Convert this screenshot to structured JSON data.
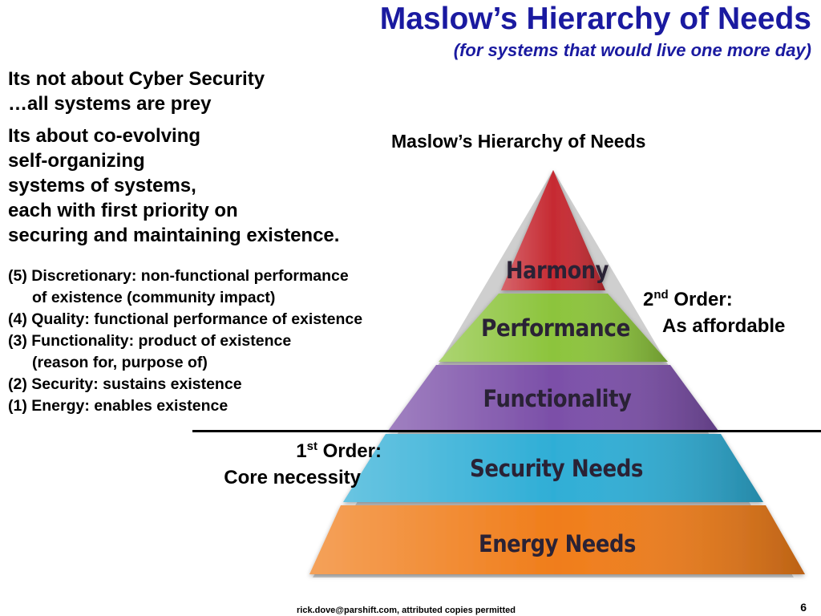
{
  "title": "Maslow’s Hierarchy of Needs",
  "subtitle": "(for systems that would live one more day)",
  "lead1": [
    "Its not about Cyber Security",
    "…all systems are prey"
  ],
  "lead2": [
    "Its about co-evolving",
    "self-organizing",
    "systems of systems,",
    "each with first priority on",
    "securing and maintaining existence."
  ],
  "needs_list": [
    {
      "text": "(5) Discretionary: non-functional performance",
      "indent": false
    },
    {
      "text": "of existence (community impact)",
      "indent": true
    },
    {
      "text": "(4) Quality: functional performance of existence",
      "indent": false
    },
    {
      "text": "(3) Functionality: product of existence",
      "indent": false
    },
    {
      "text": "(reason for, purpose of)",
      "indent": true
    },
    {
      "text": "(2) Security: sustains existence",
      "indent": false
    },
    {
      "text": "(1) Energy: enables existence",
      "indent": false
    }
  ],
  "pyramid": {
    "caption": "Maslow’s Hierarchy of Needs",
    "layers": [
      {
        "label": "Harmony",
        "color": "#c62a32"
      },
      {
        "label": "Performance",
        "color": "#8cc43c"
      },
      {
        "label": "Functionality",
        "color": "#7b4fa8"
      },
      {
        "label": "Security Needs",
        "color": "#2faed6"
      },
      {
        "label": "Energy Needs",
        "color": "#f07d1a"
      }
    ]
  },
  "order2": {
    "num": "2",
    "sup": "nd",
    "word": "Order:",
    "line2": "As affordable"
  },
  "order1": {
    "num": "1",
    "sup": "st",
    "word": "Order:",
    "line2": "Core necessity"
  },
  "footer": "rick.dove@parshift.com, attributed copies permitted",
  "page_number": "6"
}
